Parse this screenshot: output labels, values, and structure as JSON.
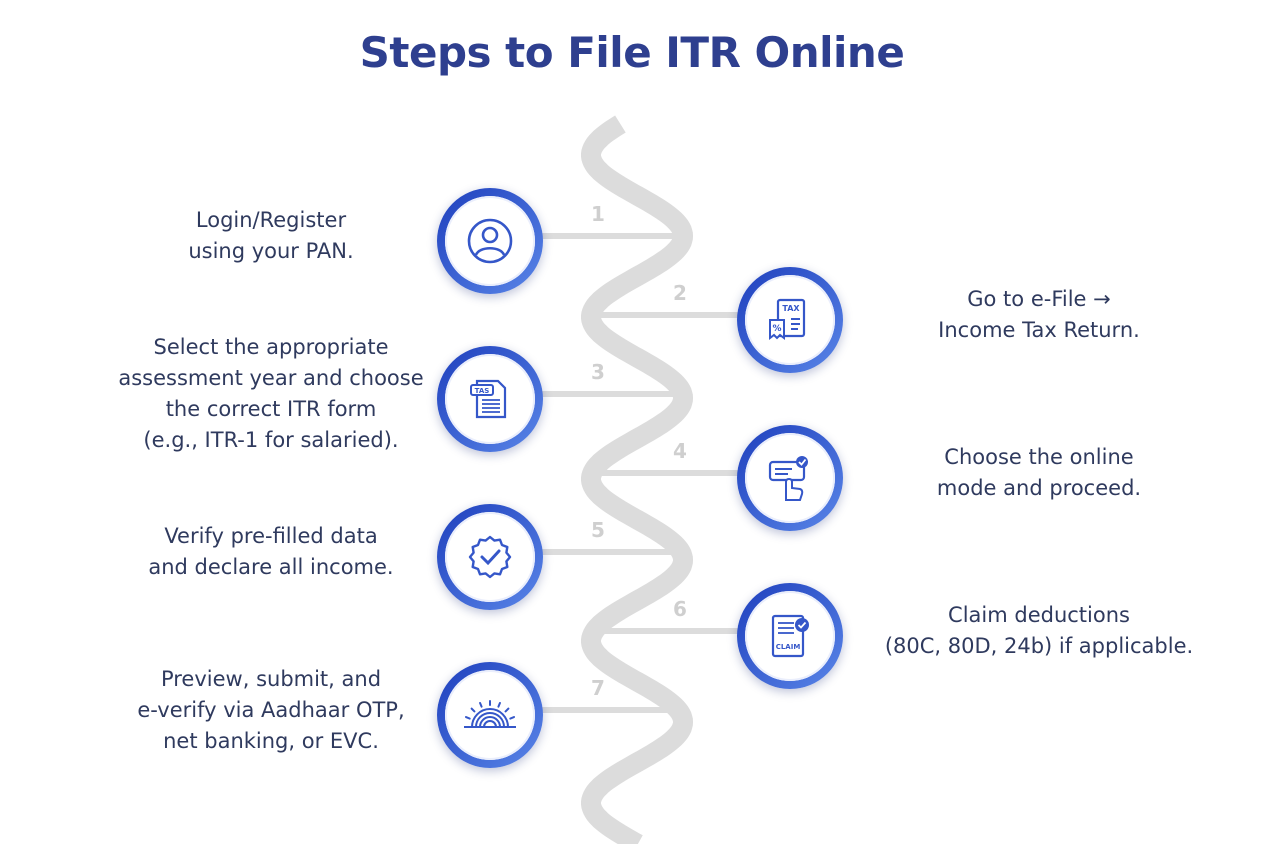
{
  "title": "Steps to File ITR Online",
  "colors": {
    "title": "#2e3f8f",
    "text": "#2f3a5e",
    "road": "#dcdcdc",
    "node_dark": "#1e3fbd",
    "node_light": "#5a86e8",
    "icon": "#3557c9",
    "step_number": "#cfcfcf"
  },
  "steps": [
    {
      "number": "1",
      "side": "left",
      "icon": "user-icon",
      "lines": [
        "Login/Register",
        "using your PAN."
      ]
    },
    {
      "number": "2",
      "side": "right",
      "icon": "tax-document-icon",
      "icon_label": "TAX",
      "lines": [
        "Go to e-File →",
        "Income Tax Return."
      ]
    },
    {
      "number": "3",
      "side": "left",
      "icon": "tds-document-icon",
      "icon_label": "TAS",
      "lines": [
        "Select the appropriate",
        "assessment year and choose",
        "the correct ITR form",
        "(e.g., ITR-1 for salaried)."
      ]
    },
    {
      "number": "4",
      "side": "right",
      "icon": "online-click-icon",
      "lines": [
        "Choose the online",
        "mode and proceed."
      ]
    },
    {
      "number": "5",
      "side": "left",
      "icon": "verified-badge-icon",
      "lines": [
        "Verify pre-filled data",
        "and declare all income."
      ]
    },
    {
      "number": "6",
      "side": "right",
      "icon": "claim-document-icon",
      "icon_label": "CLAIM",
      "lines": [
        "Claim deductions",
        "(80C, 80D, 24b) if applicable."
      ]
    },
    {
      "number": "7",
      "side": "left",
      "icon": "fingerprint-icon",
      "lines": [
        "Preview, submit, and",
        "e-verify via Aadhaar OTP,",
        "net banking, or EVC."
      ]
    }
  ]
}
